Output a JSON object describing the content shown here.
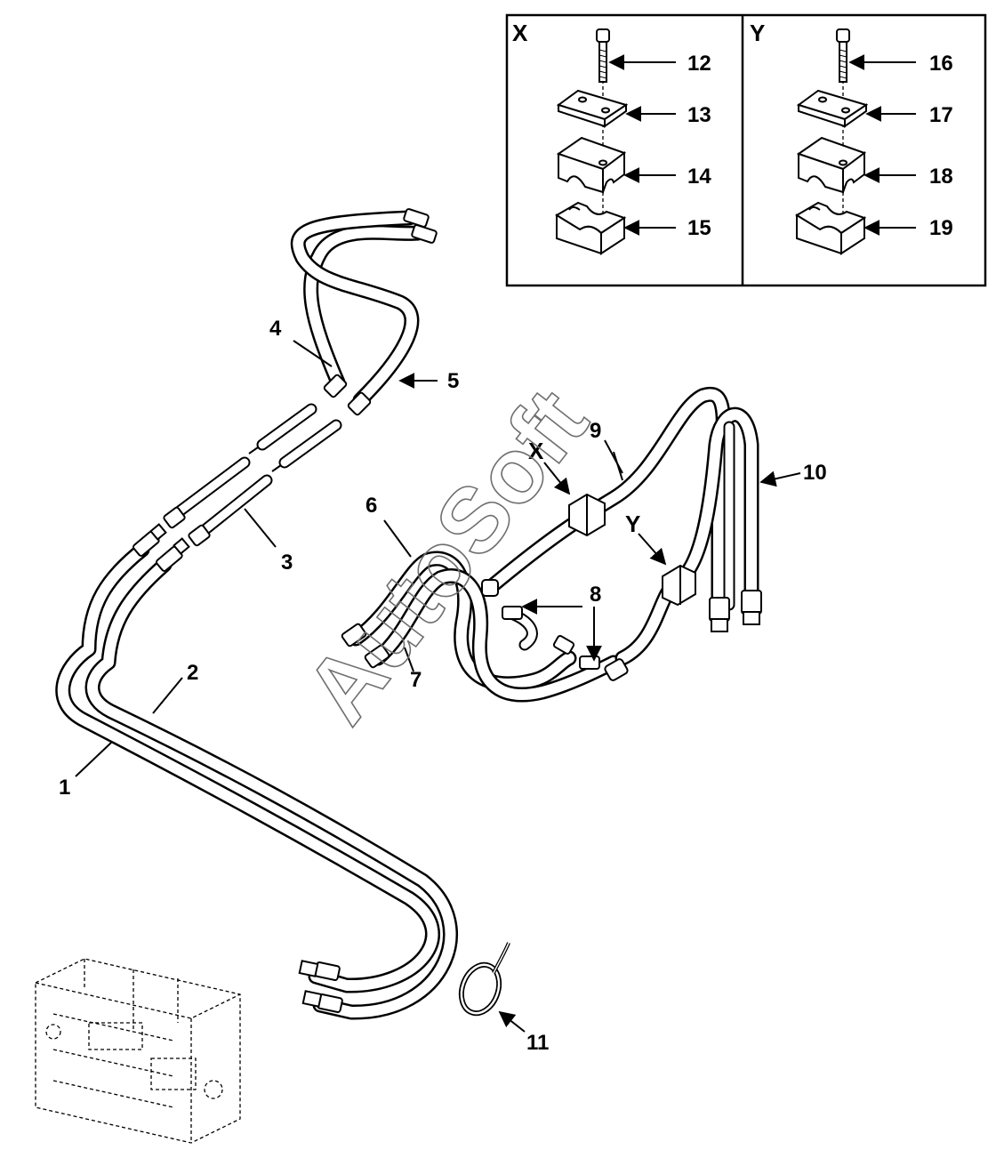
{
  "inset": {
    "panels": [
      {
        "id": "X",
        "label": "X",
        "callouts": [
          "12",
          "13",
          "14",
          "15"
        ]
      },
      {
        "id": "Y",
        "label": "Y",
        "callouts": [
          "16",
          "17",
          "18",
          "19"
        ]
      }
    ]
  },
  "callouts": {
    "c1": "1",
    "c2": "2",
    "c3": "3",
    "c4": "4",
    "c5": "5",
    "c6": "6",
    "c7": "7",
    "c8": "8",
    "c9": "9",
    "c10": "10",
    "c11": "11"
  },
  "clamp_labels": {
    "x": "X",
    "y": "Y"
  },
  "watermark": "AutoSoft"
}
